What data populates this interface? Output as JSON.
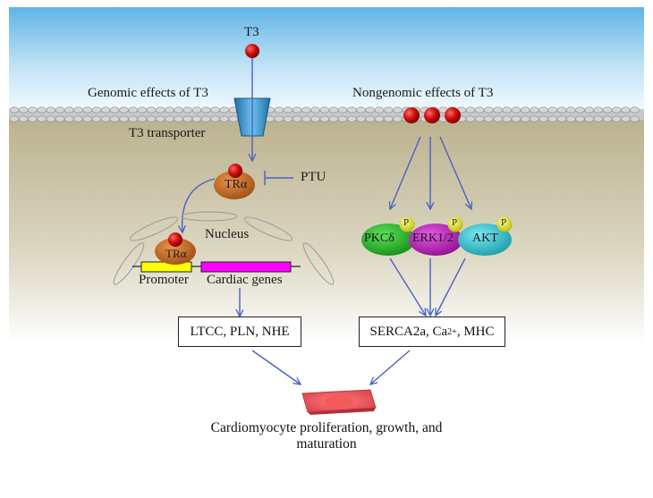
{
  "labels": {
    "t3_top": "T3",
    "genomic": "Genomic effects of T3",
    "nongenomic": "Nongenomic effects of T3",
    "transporter": "T3 transporter",
    "tr_alpha_top": "TRα",
    "ptu": "PTU",
    "nucleus": "Nucleus",
    "tr_alpha_bottom": "TRα",
    "promoter": "Promoter",
    "cardiac_genes": "Cardiac genes",
    "pkc": "PKCδ",
    "erk": "ERK1/2",
    "akt": "AKT",
    "phospho": "P"
  },
  "boxes": {
    "genomic_targets": "LTCC, PLN, NHE",
    "nongenomic_targets_pre": "SERCA2a, Ca",
    "nongenomic_targets_sup": "2+",
    "nongenomic_targets_post": ", MHC"
  },
  "caption": {
    "line1": "Cardiomyocyte proliferation, growth, and",
    "line2": "maturation"
  },
  "colors": {
    "sky_top": "#5fb4e6",
    "cytoplasm": "#c9c1a2",
    "arrow": "#4c5fc4",
    "t3_ball": "#d21010",
    "receptor": "#c8641c",
    "transporter": "#2f8fc8",
    "pkc": "#1ea81e",
    "erk": "#b21ab2",
    "akt": "#20b8c4",
    "phospho": "#e6e61e",
    "promoter": "#ffff00",
    "cardiac_genes": "#ff00ff",
    "cell": "#e8525a"
  }
}
